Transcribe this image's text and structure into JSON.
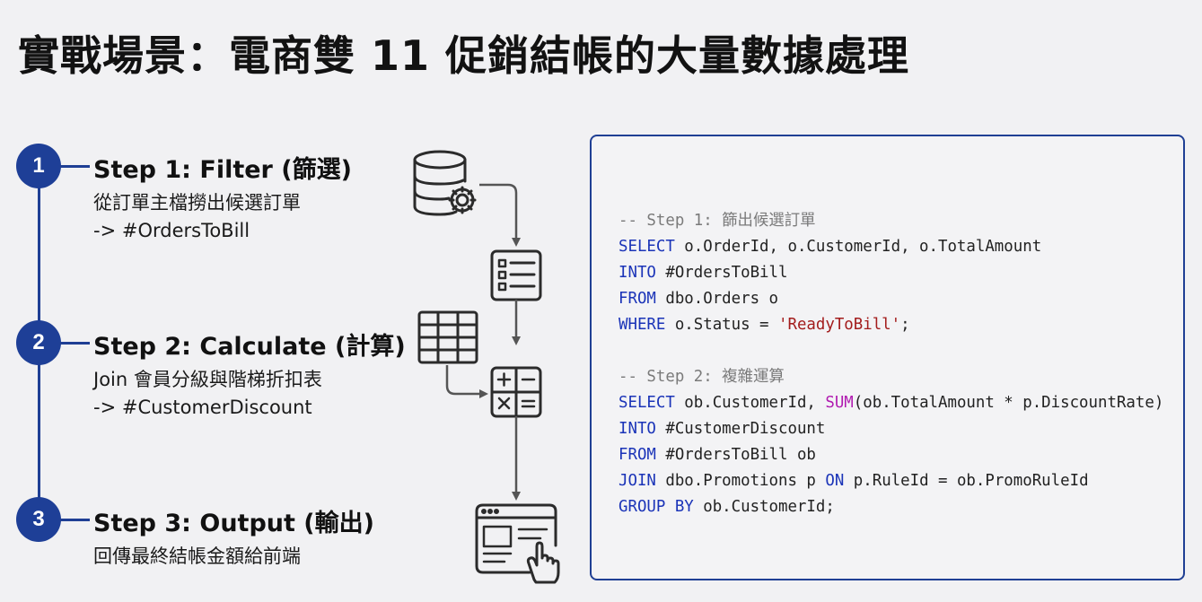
{
  "title": "實戰場景：電商雙 11 促銷結帳的大量數據處理",
  "steps": [
    {
      "number": "1",
      "title": "Step 1: Filter (篩選)",
      "desc_line1": "從訂單主檔撈出候選訂單",
      "desc_line2": "-> #OrdersToBill"
    },
    {
      "number": "2",
      "title": "Step 2: Calculate (計算)",
      "desc_line1": "Join 會員分級與階梯折扣表",
      "desc_line2": "-> #CustomerDiscount"
    },
    {
      "number": "3",
      "title": "Step 3: Output (輸出)",
      "desc_line1": "回傳最終結帳金額給前端",
      "desc_line2": ""
    }
  ],
  "flow_icons": [
    "database-gear-icon",
    "list-document-icon",
    "table-grid-icon",
    "calculator-icon",
    "web-page-click-icon"
  ],
  "code": {
    "s1_comment": "-- Step 1: 篩出候選訂單",
    "s1_select_kw": "SELECT",
    "s1_select_rest": " o.OrderId, o.CustomerId, o.TotalAmount",
    "s1_into_kw": "INTO",
    "s1_into_rest": " #OrdersToBill",
    "s1_from_kw": "FROM",
    "s1_from_rest": " dbo.Orders o",
    "s1_where_kw": "WHERE",
    "s1_where_mid": " o.Status = ",
    "s1_where_str": "'ReadyToBill'",
    "s1_where_end": ";",
    "s2_comment": "-- Step 2: 複雜運算",
    "s2_select_kw": "SELECT",
    "s2_select_mid": " ob.CustomerId, ",
    "s2_sum_fn": "SUM",
    "s2_select_rest": "(ob.TotalAmount * p.DiscountRate)",
    "s2_into_kw": "INTO",
    "s2_into_rest": " #CustomerDiscount",
    "s2_from_kw": "FROM",
    "s2_from_rest": " #OrdersToBill ob",
    "s2_join_kw": "JOIN",
    "s2_join_mid": " dbo.Promotions p ",
    "s2_on_kw": "ON",
    "s2_join_rest": " p.RuleId = ob.PromoRuleId",
    "s2_group_kw": "GROUP BY",
    "s2_group_rest": " ob.CustomerId;"
  },
  "colors": {
    "accent": "#1e3f97",
    "keyword": "#1b34b8",
    "comment": "#7a7a7a",
    "string": "#a31c1c",
    "function": "#b01bb0"
  }
}
